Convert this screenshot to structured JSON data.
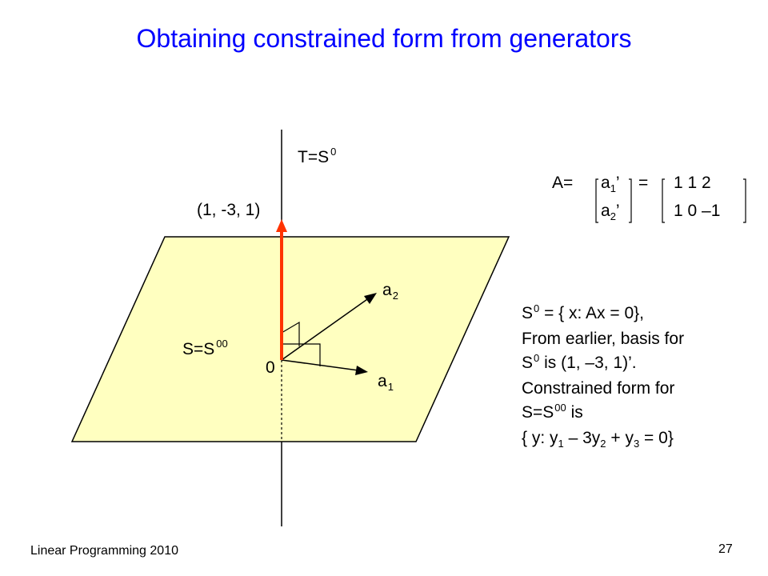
{
  "title": "Obtaining constrained form from generators",
  "labels": {
    "t_axis": {
      "base": "T=S",
      "sup": "0"
    },
    "point": "(1, -3, 1)",
    "plane": {
      "base": "S=S",
      "sup": "00"
    },
    "origin": "0",
    "a1": {
      "base": "a",
      "sub": "1"
    },
    "a2": {
      "base": "a",
      "sub": "2"
    }
  },
  "matrix": {
    "prefix": "A=",
    "row1_left": {
      "base": "a",
      "sub": "1",
      "suffix": "’"
    },
    "row2_left": {
      "base": "a",
      "sub": "2",
      "suffix": "’"
    },
    "equals": "=",
    "row1_right": "1 1 2",
    "row2_right": "1 0 –1"
  },
  "description": {
    "line1": {
      "pre": "S",
      "sup": "0",
      "post": " = { x: Ax = 0},"
    },
    "line2": "From earlier, basis for",
    "line3": {
      "pre": "S",
      "sup": "0",
      "post": " is (1, –3, 1)’."
    },
    "line4": "Constrained form for",
    "line5": {
      "pre": "S=S",
      "sup": "00",
      "post": " is"
    },
    "line6": {
      "p1": "{ y: y",
      "s1": "1",
      "p2": " – 3y",
      "s2": "2",
      "p3": " + y",
      "s3": "3",
      "p4": " = 0}"
    }
  },
  "footer": "Linear Programming 2010",
  "page_number": "27",
  "colors": {
    "title": "#0000ff",
    "plane_fill": "#ffffc0",
    "normal_arrow": "#ff3300",
    "lines": "#000000"
  }
}
